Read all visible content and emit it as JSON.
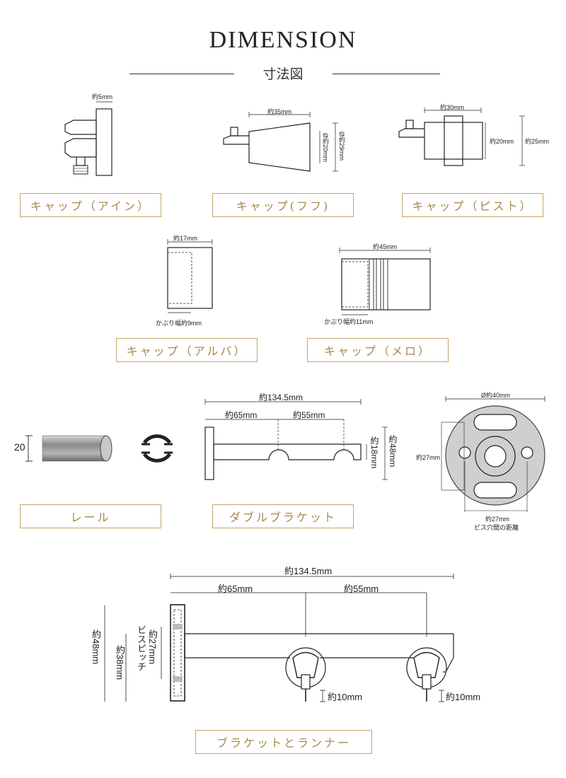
{
  "header": {
    "title": "DIMENSION",
    "subtitle": "寸法図"
  },
  "colors": {
    "label_border": "#c2a66a",
    "label_text": "#a8884a",
    "line": "#222222"
  },
  "items": [
    {
      "label": "キャップ（アイン）",
      "dims": [
        "約5mm"
      ]
    },
    {
      "label": "キャップ(フフ)",
      "dims": [
        "約35mm",
        "Ø約20mm",
        "Ø約29mm"
      ]
    },
    {
      "label": "キャップ（ピスト）",
      "dims": [
        "約30mm",
        "約20mm",
        "約25mm"
      ]
    },
    {
      "label": "キャップ（アルバ）",
      "dims": [
        "約17mm",
        "かぶり幅約9mm"
      ]
    },
    {
      "label": "キャップ（メロ）",
      "dims": [
        "約45mm",
        "かぶり幅約11mm"
      ]
    },
    {
      "label": "レール",
      "dims": [
        "20"
      ]
    },
    {
      "label": "ダブルブラケット",
      "dims": [
        "約134.5mm",
        "約65mm",
        "約55mm",
        "約18mm",
        "約48mm"
      ]
    }
  ],
  "plate": {
    "dims": [
      "Ø約40mm",
      "約27mm",
      "約27mm",
      "ビス穴間の距離"
    ]
  },
  "runner": {
    "label": "ブラケットとランナー",
    "dims": [
      "約134.5mm",
      "約65mm",
      "約55mm",
      "約48mm",
      "約38mm",
      "ビスピッチ",
      "約27mm",
      "約10mm",
      "約10mm"
    ]
  }
}
